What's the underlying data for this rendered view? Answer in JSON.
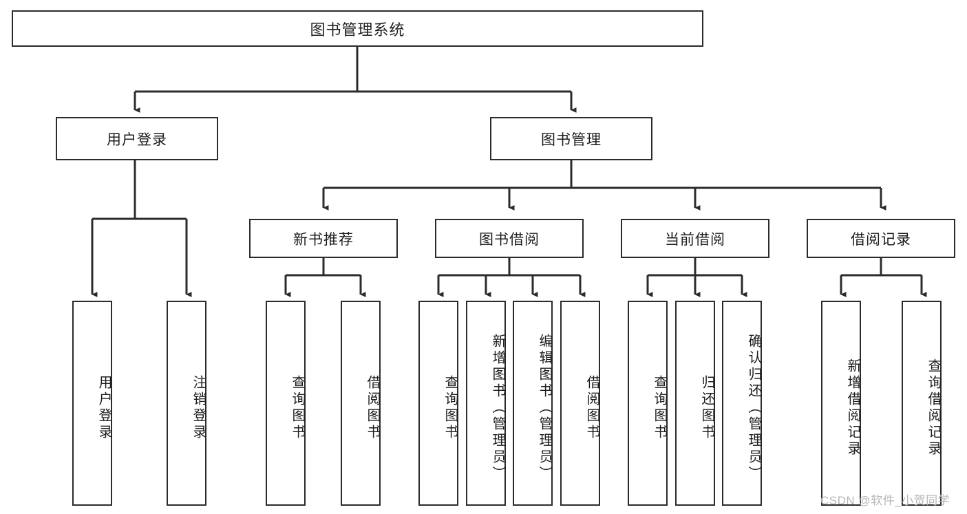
{
  "diagram": {
    "type": "tree-hierarchy-chart",
    "title": "图书管理系统",
    "watermark": "CSDN @软件_小贺同学",
    "colors": {
      "box_border": "#2b2b2b",
      "box_fill": "#ffffff",
      "connector": "#2b2b2b",
      "text": "#1d1d1d",
      "watermark": "#b6b6b6"
    },
    "levels": {
      "root": {
        "label": "图书管理系统"
      },
      "level2": [
        {
          "id": "user-login",
          "label": "用户登录"
        },
        {
          "id": "book-manage",
          "label": "图书管理"
        }
      ],
      "level3": [
        {
          "id": "new-book-rec",
          "label": "新书推荐",
          "parent": "book-manage"
        },
        {
          "id": "book-borrow",
          "label": "图书借阅",
          "parent": "book-manage"
        },
        {
          "id": "current-borrow",
          "label": "当前借阅",
          "parent": "book-manage"
        },
        {
          "id": "borrow-record",
          "label": "借阅记录",
          "parent": "book-manage"
        }
      ],
      "leaves": [
        {
          "id": "leaf-user-login",
          "label": "用户登录",
          "parent": "user-login"
        },
        {
          "id": "leaf-logout",
          "label": "注销登录",
          "parent": "user-login"
        },
        {
          "id": "leaf-query-book-1",
          "label": "查询图书",
          "parent": "new-book-rec"
        },
        {
          "id": "leaf-borrow-book-1",
          "label": "借阅图书",
          "parent": "new-book-rec"
        },
        {
          "id": "leaf-query-book-2",
          "label": "查询图书",
          "parent": "book-borrow"
        },
        {
          "id": "leaf-add-book",
          "label": "新增图书（管理员）",
          "parent": "book-borrow"
        },
        {
          "id": "leaf-edit-book",
          "label": "编辑图书（管理员）",
          "parent": "book-borrow"
        },
        {
          "id": "leaf-borrow-book-2",
          "label": "借阅图书",
          "parent": "book-borrow"
        },
        {
          "id": "leaf-query-book-3",
          "label": "查询图书",
          "parent": "current-borrow"
        },
        {
          "id": "leaf-return-book",
          "label": "归还图书",
          "parent": "current-borrow"
        },
        {
          "id": "leaf-confirm-return",
          "label": "确认归还（管理员）",
          "parent": "current-borrow"
        },
        {
          "id": "leaf-add-record",
          "label": "新增借阅记录",
          "parent": "borrow-record"
        },
        {
          "id": "leaf-query-record",
          "label": "查询借阅记录",
          "parent": "borrow-record"
        }
      ]
    }
  }
}
